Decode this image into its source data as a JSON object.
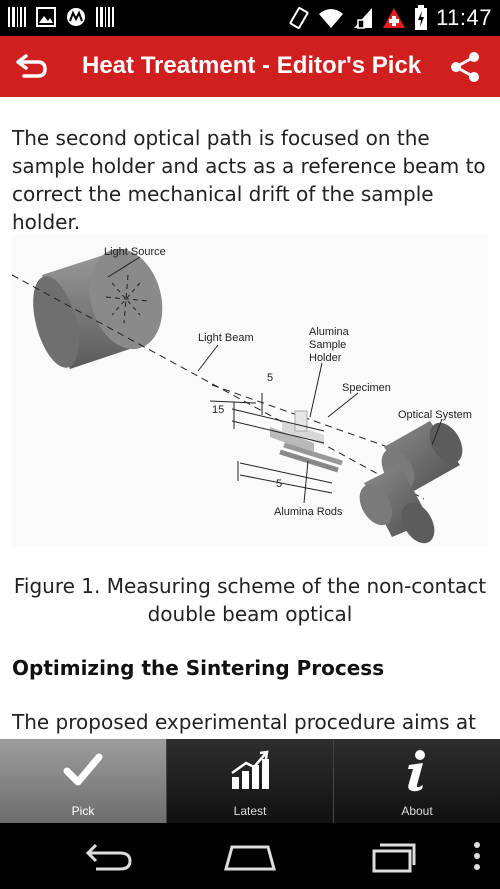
{
  "status_bar": {
    "time": "11:47",
    "left_icons": [
      "barcode-icon",
      "image-icon",
      "motorola-icon",
      "barcode-icon"
    ],
    "right_icons": [
      "vibrate-icon",
      "wifi-icon",
      "signal-icon",
      "first-aid-icon",
      "battery-charging-icon"
    ]
  },
  "app_bar": {
    "title": "Heat Treatment - Editor's Pick",
    "back_icon": "back-arrow-icon",
    "share_icon": "share-icon",
    "color": "#d01f1f"
  },
  "article": {
    "paragraph1": "The second optical path is focused on the sample holder and acts as a reference beam to correct the mechanical drift of the sample holder.",
    "figure": {
      "labels": {
        "light_source": "Light Source",
        "light_beam": "Light Beam",
        "alumina_holder_1": "Alumina",
        "alumina_holder_2": "Sample",
        "alumina_holder_3": "Holder",
        "specimen": "Specimen",
        "optical_system": "Optical System",
        "alumina_rods": "Alumina Rods",
        "dim_5_top": "5",
        "dim_15": "15",
        "dim_5_bottom": "5"
      }
    },
    "caption": "Figure 1. Measuring scheme of the non-contact double beam optical",
    "heading": "Optimizing the Sintering Process",
    "paragraph2": "The proposed experimental procedure aims at"
  },
  "tabs": [
    {
      "label": "Pick",
      "icon": "checkmark-icon",
      "active": true
    },
    {
      "label": "Latest",
      "icon": "bar-chart-icon",
      "active": false
    },
    {
      "label": "About",
      "icon": "info-icon",
      "active": false
    }
  ],
  "navbar": {
    "icons": [
      "back-nav-icon",
      "home-nav-icon",
      "recent-apps-icon",
      "overflow-menu-icon"
    ]
  }
}
